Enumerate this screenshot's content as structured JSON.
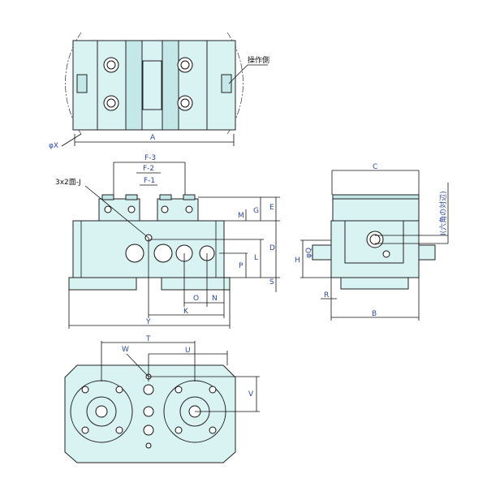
{
  "title": "Vise dimension drawing",
  "colors": {
    "fill": "#d9f3f3",
    "label": "#2b4a9a",
    "line": "#111111"
  },
  "top_view": {
    "operation_side": "操作側",
    "phi_x": "φX",
    "width_label": "A"
  },
  "front_view": {
    "f1": "F-1",
    "f2": "F-2",
    "f3": "F-3",
    "hole_note": "3x2面-J",
    "g": "G",
    "e": "E",
    "m": "M",
    "d": "D",
    "l": "L",
    "p": "P",
    "s": "S",
    "o": "O",
    "n": "N",
    "k": "K",
    "y": "Y"
  },
  "side_view": {
    "c": "C",
    "b": "B",
    "h": "H",
    "phi_q": "φQ",
    "r": "R",
    "i": "I(六角の対辺)"
  },
  "bottom_view": {
    "t": "T",
    "w": "W",
    "u": "U",
    "v": "V"
  }
}
